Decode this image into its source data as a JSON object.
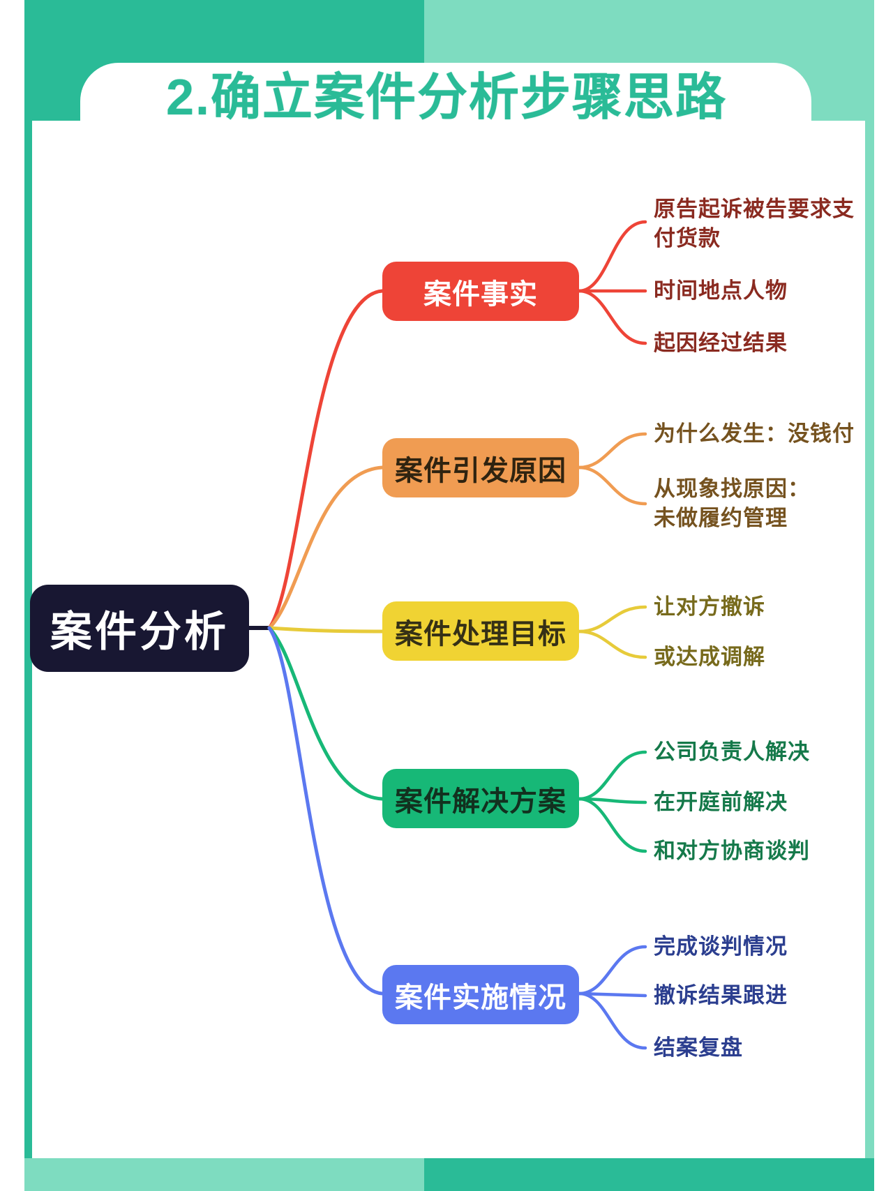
{
  "title": "2.确立案件分析步骤思路",
  "root": {
    "label": "案件分析"
  },
  "branches": [
    {
      "label": "案件事实",
      "color": "#ee4437",
      "label_color": "#ffffff",
      "child_text_color": "#8a2a20",
      "children": [
        "原告起诉被告要求支\n付货款",
        "时间地点人物",
        "起因经过结果"
      ]
    },
    {
      "label": "案件引发原因",
      "color": "#f09c52",
      "label_color": "#2f2310",
      "child_text_color": "#75521f",
      "children": [
        "为什么发生：没钱付",
        "从现象找原因：\n未做履约管理"
      ]
    },
    {
      "label": "案件处理目标",
      "color": "#f0d333",
      "label_color": "#353016",
      "child_text_color": "#776a1c",
      "children": [
        "让对方撤诉",
        "或达成调解"
      ]
    },
    {
      "label": "案件解决方案",
      "color": "#17b877",
      "label_color": "#12311f",
      "child_text_color": "#15794a",
      "children": [
        "公司负责人解决",
        "在开庭前解决",
        "和对方协商谈判"
      ]
    },
    {
      "label": "案件实施情况",
      "color": "#5b78f0",
      "label_color": "#ffffff",
      "child_text_color": "#2b3e8f",
      "children": [
        "完成谈判情况",
        "撤诉结果跟进",
        "结案复盘"
      ]
    }
  ],
  "palette": {
    "teal_dark": "#2abb97",
    "teal_light": "#7edcc0",
    "card_bg": "#ffffff",
    "root_bg": "#181732",
    "title_color": "#2abb97"
  }
}
